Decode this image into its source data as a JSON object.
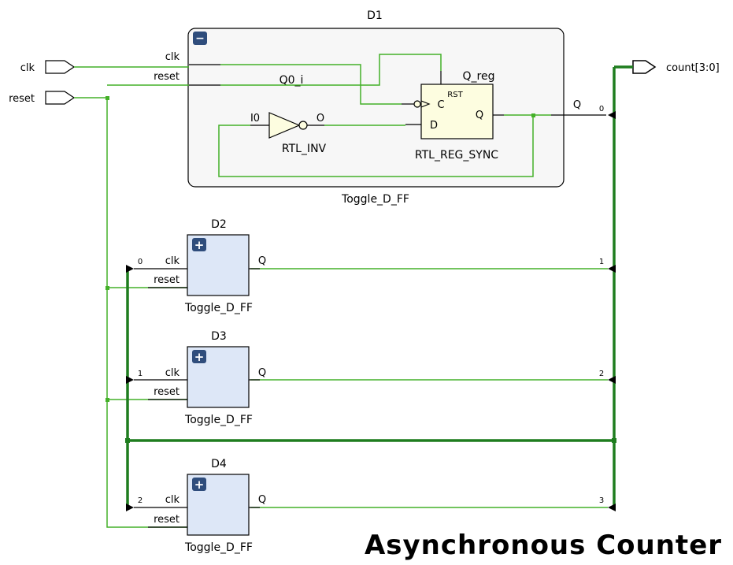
{
  "ports": {
    "clk": "clk",
    "reset": "reset",
    "count": "count[3:0]"
  },
  "d1": {
    "name": "D1",
    "type": "Toggle_D_FF",
    "collapse_symbol": "−",
    "pin_clk": "clk",
    "pin_reset": "reset",
    "pin_q": "Q",
    "bus_index": "0",
    "inv": {
      "name": "Q0_i",
      "in_pin": "I0",
      "out_pin": "O",
      "type": "RTL_INV"
    },
    "reg": {
      "name": "Q_reg",
      "rst_pin": "RST",
      "c_pin": "C",
      "d_pin": "D",
      "q_pin": "Q",
      "type": "RTL_REG_SYNC"
    }
  },
  "blocks": [
    {
      "name": "D2",
      "type": "Toggle_D_FF",
      "expand_symbol": "+",
      "pin_clk": "clk",
      "pin_reset": "reset",
      "pin_q": "Q",
      "clk_index": "0",
      "bus_index": "1"
    },
    {
      "name": "D3",
      "type": "Toggle_D_FF",
      "expand_symbol": "+",
      "pin_clk": "clk",
      "pin_reset": "reset",
      "pin_q": "Q",
      "clk_index": "1",
      "bus_index": "2"
    },
    {
      "name": "D4",
      "type": "Toggle_D_FF",
      "expand_symbol": "+",
      "pin_clk": "clk",
      "pin_reset": "reset",
      "pin_q": "Q",
      "clk_index": "2",
      "bus_index": "3"
    }
  ],
  "caption": "Asynchronous Counter",
  "colors": {
    "wire": "#44b028",
    "bus": "#1f7d1f",
    "block_fill": "#dde7f7",
    "d1_fill": "#f7f7f7",
    "button": "#2f4d7c",
    "reg_fill": "#fdfde0"
  }
}
